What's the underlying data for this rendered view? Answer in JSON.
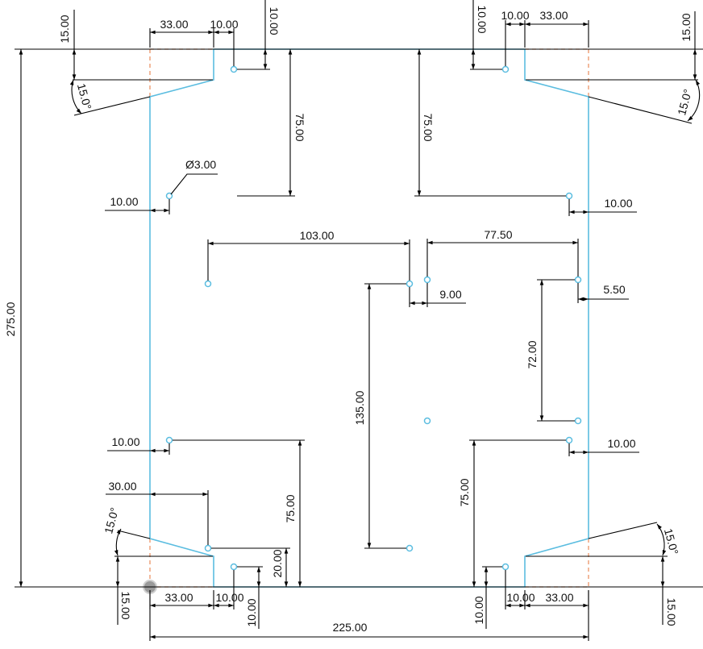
{
  "colors": {
    "part_outline": "#5bbde0",
    "hidden_line": "#e98b5a",
    "dimension": "#000000",
    "background": "#ffffff"
  },
  "dimensions": {
    "overall_width": "225.00",
    "overall_height": "275.00",
    "hole_diameter": "Ø3.00",
    "top_left_notch_width": "33.00",
    "top_left_notch_hole_offset": "10.00",
    "top_left_hole_depth": "10.00",
    "top_left_chamfer_height": "15.00",
    "top_left_chamfer_angle": "15.0°",
    "top_left_vertical_75": "75.00",
    "top_right_hole_depth": "10.00",
    "top_right_notch_hole_offset": "10.00",
    "top_right_notch_width": "33.00",
    "top_right_chamfer_height": "15.00",
    "top_right_chamfer_angle": "15.0°",
    "top_right_vertical_75": "75.00",
    "left_hole_inset_upper": "10.00",
    "right_hole_inset_upper": "10.00",
    "center_span_103": "103.00",
    "right_span_77_5": "77.50",
    "center_offset_9": "9.00",
    "right_inset_5_5": "5.50",
    "right_vertical_72": "72.00",
    "center_vertical_135": "135.00",
    "left_hole_inset_lower": "10.00",
    "right_hole_inset_lower": "10.00",
    "bottom_left_30": "30.00",
    "bottom_left_chamfer_angle": "15.0°",
    "bottom_left_vertical_75": "75.00",
    "bottom_left_vertical_20": "20.00",
    "bottom_left_chamfer_height": "15.00",
    "bottom_left_notch_width": "33.00",
    "bottom_left_notch_hole_offset": "10.00",
    "bottom_left_hole_depth": "10.00",
    "bottom_right_hole_depth": "10.00",
    "bottom_right_notch_hole_offset": "10.00",
    "bottom_right_notch_width": "33.00",
    "bottom_right_chamfer_height": "15.00",
    "bottom_right_chamfer_angle": "15.0°",
    "bottom_right_vertical_75": "75.00"
  }
}
